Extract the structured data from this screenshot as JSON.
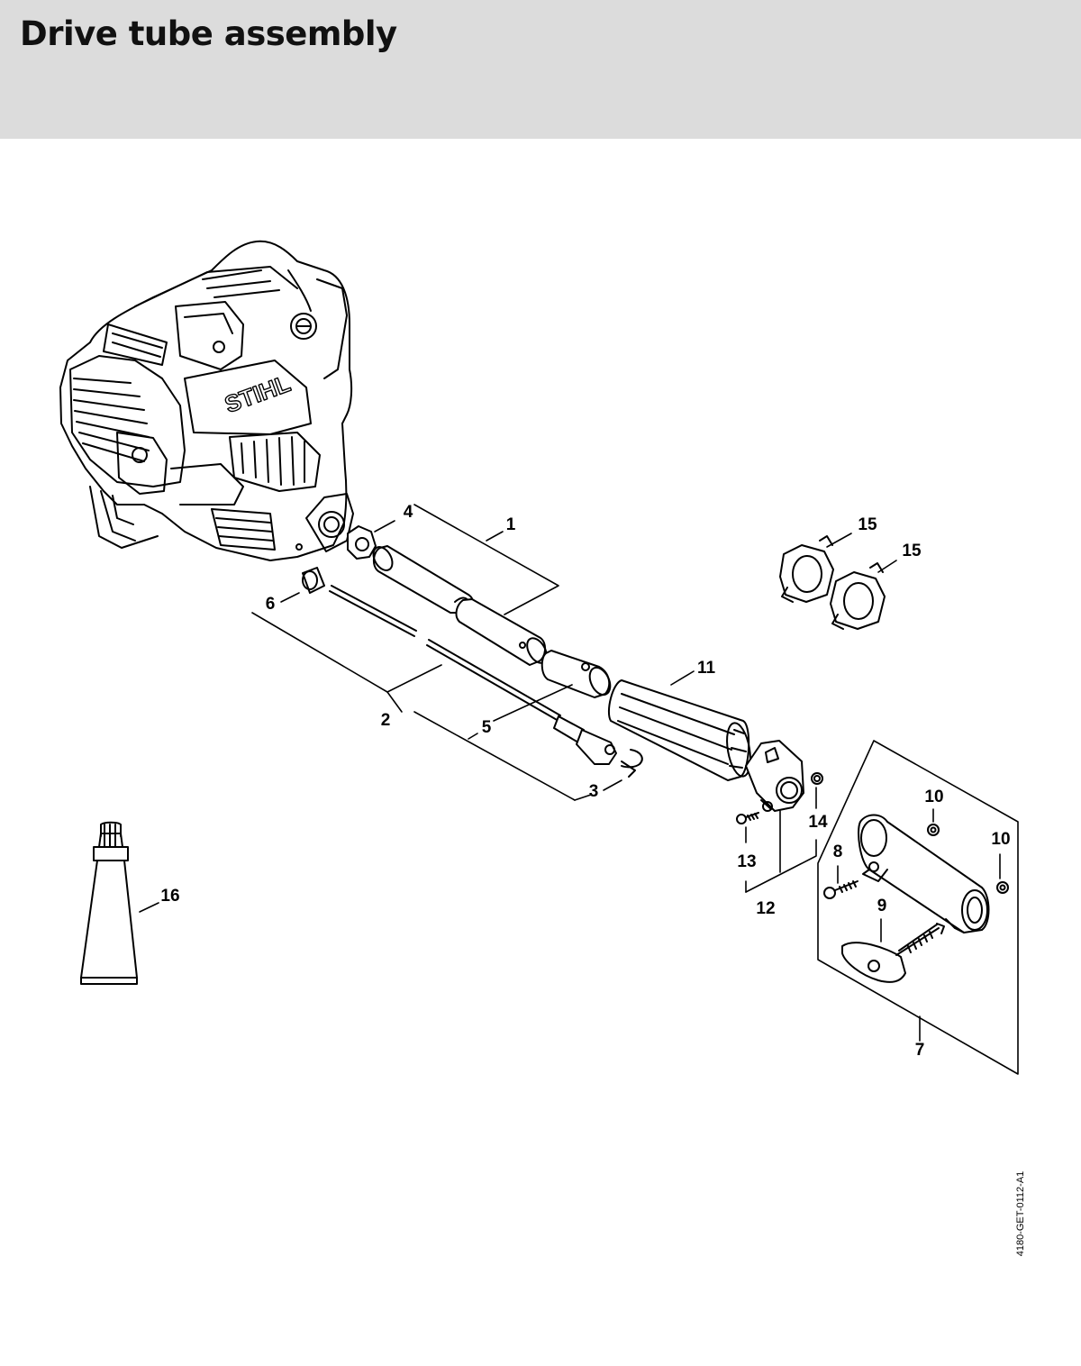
{
  "page": {
    "title": "Drive tube assembly",
    "document_code": "4180-GET-0112-A1"
  },
  "engine": {
    "brand_logo": "STIHL"
  },
  "callouts": {
    "c1": "1",
    "c2": "2",
    "c3": "3",
    "c4": "4",
    "c5": "5",
    "c6": "6",
    "c7": "7",
    "c8": "8",
    "c9": "9",
    "c10a": "10",
    "c10b": "10",
    "c11": "11",
    "c12": "12",
    "c13": "13",
    "c14": "14",
    "c15a": "15",
    "c15b": "15",
    "c16": "16"
  },
  "colors": {
    "line": "#000000",
    "header_bg": "#dcdcdc"
  }
}
